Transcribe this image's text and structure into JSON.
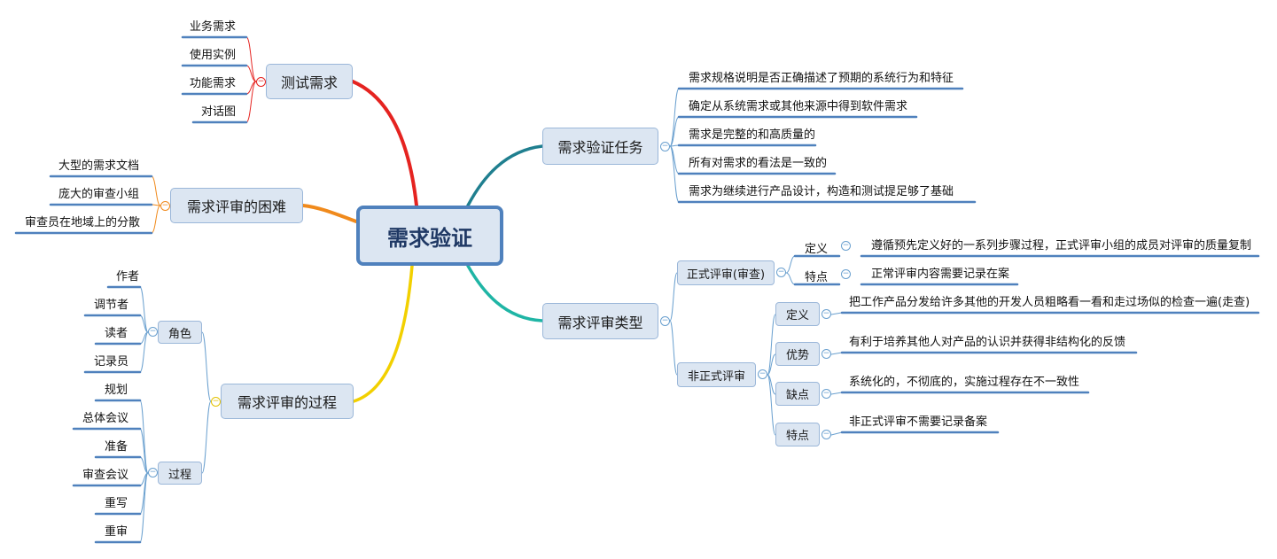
{
  "root": "需求验证",
  "branches": {
    "test": {
      "label": "测试需求",
      "items": [
        "业务需求",
        "使用实例",
        "功能需求",
        "对话图"
      ]
    },
    "difficulty": {
      "label": "需求评审的困难",
      "items": [
        "大型的需求文档",
        "庞大的审查小组",
        "审查员在地域上的分散"
      ]
    },
    "process": {
      "label": "需求评审的过程",
      "roles": {
        "label": "角色",
        "items": [
          "作者",
          "调节者",
          "读者",
          "记录员"
        ]
      },
      "steps": {
        "label": "过程",
        "items": [
          "规划",
          "总体会议",
          "准备",
          "审查会议",
          "重写",
          "重审"
        ]
      }
    },
    "tasks": {
      "label": "需求验证任务",
      "items": [
        "需求规格说明是否正确描述了预期的系统行为和特征",
        "确定从系统需求或其他来源中得到软件需求",
        "需求是完整的和高质量的",
        "所有对需求的看法是一致的",
        "需求为继续进行产品设计，构造和测试提足够了基础"
      ]
    },
    "types": {
      "label": "需求评审类型",
      "formal": {
        "label": "正式评审(审查)",
        "definition_label": "定义",
        "definition": "遵循预先定义好的一系列步骤过程，正式评审小组的成员对评审的质量复制",
        "feature_label": "特点",
        "feature": "正常评审内容需要记录在案"
      },
      "informal": {
        "label": "非正式评审",
        "definition_label": "定义",
        "definition": "把工作产品分发给许多其他的开发人员粗略看一看和走过场似的检查一遍(走查)",
        "advantage_label": "优势",
        "advantage": "有利于培养其他人对产品的认识并获得非结构化的反馈",
        "disadvantage_label": "缺点",
        "disadvantage": "系统化的，不彻底的，实施过程存在不一致性",
        "feature_label": "特点",
        "feature": "非正式评审不需要记录备案"
      }
    }
  },
  "colors": {
    "test": "#e52320",
    "difficulty": "#f08a1c",
    "process": "#f2d000",
    "tasks": "#1f7f8f",
    "types": "#1fb5a5",
    "child": "#6aa0cf",
    "underline": "#4f81bd"
  }
}
